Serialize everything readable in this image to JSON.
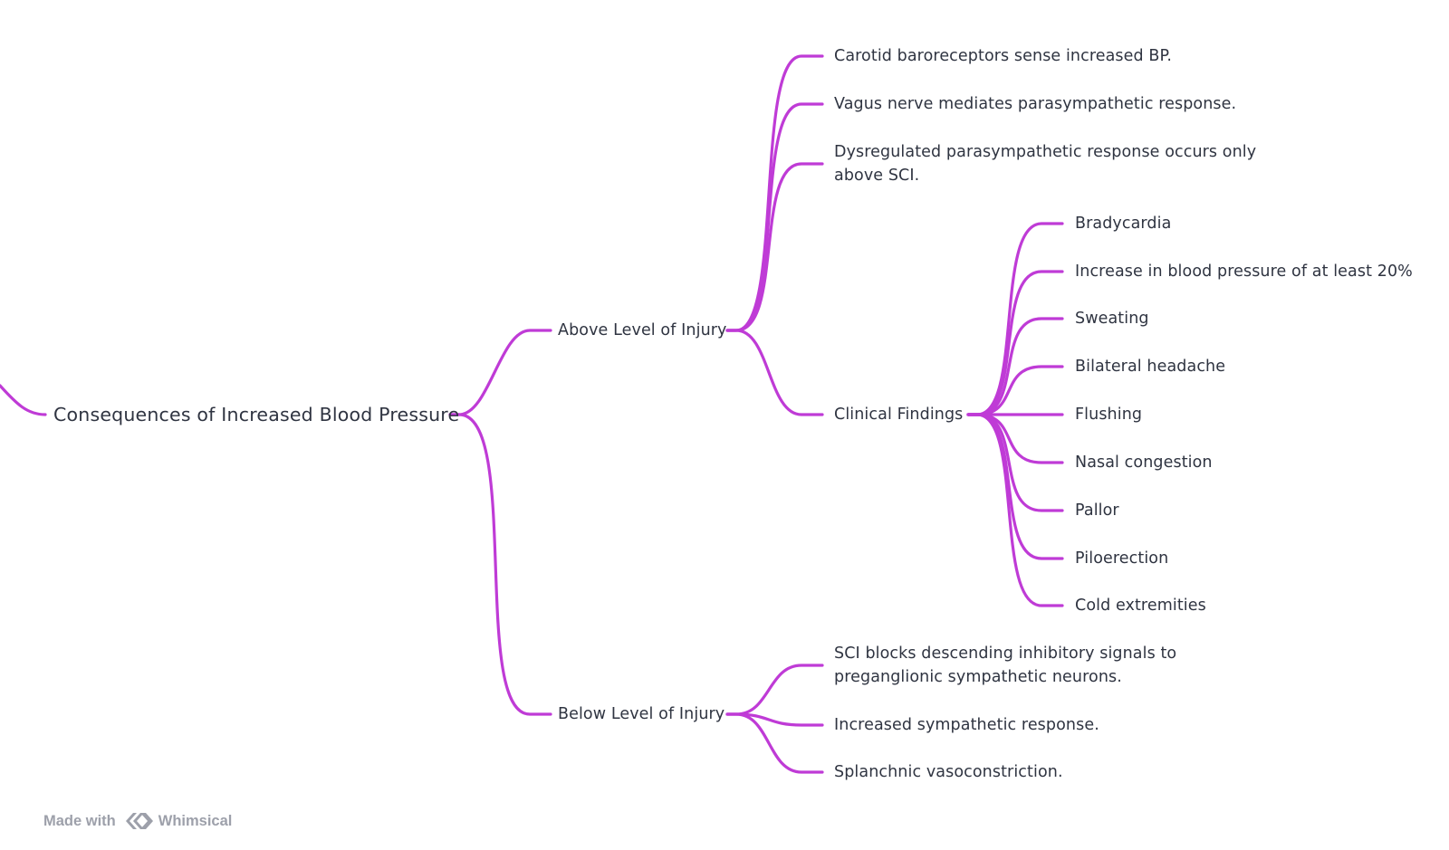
{
  "mindmap": {
    "root": {
      "label": "Consequences of Increased Blood Pressure"
    },
    "branches": [
      {
        "label": "Above Level of Injury",
        "children": [
          {
            "label": "Carotid baroreceptors sense increased BP."
          },
          {
            "label": "Vagus nerve mediates parasympathetic response."
          },
          {
            "label": "Dysregulated parasympathetic response occurs only above SCI."
          },
          {
            "label": "Clinical Findings",
            "children": [
              {
                "label": "Bradycardia"
              },
              {
                "label": "Increase in blood pressure of at least 20%"
              },
              {
                "label": "Sweating"
              },
              {
                "label": "Bilateral headache"
              },
              {
                "label": "Flushing"
              },
              {
                "label": "Nasal congestion"
              },
              {
                "label": "Pallor"
              },
              {
                "label": "Piloerection"
              },
              {
                "label": "Cold extremities"
              }
            ]
          }
        ]
      },
      {
        "label": "Below Level of Injury",
        "children": [
          {
            "label": "SCI blocks descending inhibitory signals to preganglionic sympathetic neurons."
          },
          {
            "label": "Increased sympathetic response."
          },
          {
            "label": "Splanchnic vasoconstriction."
          }
        ]
      }
    ]
  },
  "footer": {
    "made_with": "Made with",
    "brand": "Whimsical"
  },
  "colors": {
    "connector": "#bf3bd6",
    "text": "#2f3441",
    "footer": "#9da0aa"
  },
  "icons": {
    "footer_logo": "whimsical-logo-icon"
  }
}
